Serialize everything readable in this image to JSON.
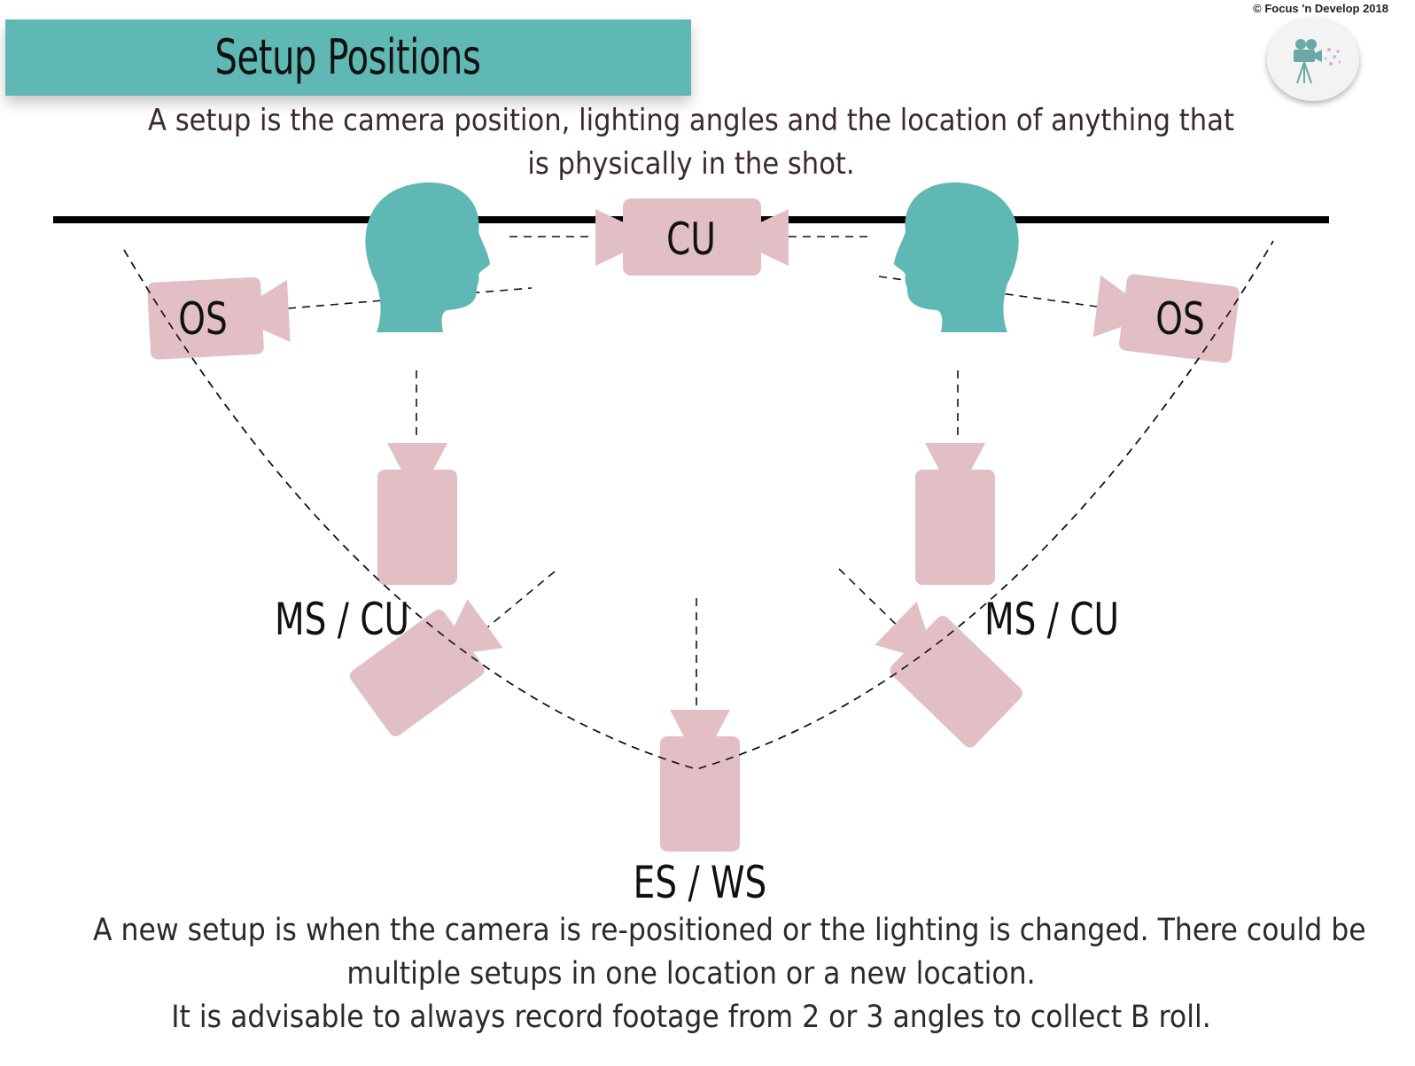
{
  "title": "Setup Positions",
  "copyright": "© Focus 'n Develop 2018",
  "intro": "A setup is the camera position, lighting angles and the location of anything that is physically in the shot.",
  "footer": {
    "line1": "A new setup is when the camera is re-positioned or the lighting is changed. There could be",
    "line2": "multiple setups in one location or a new location.",
    "line3": "It is advisable to always record footage from 2 or 3 angles to collect B roll."
  },
  "labels": {
    "cu": "CU",
    "os_left": "OS",
    "os_right": "OS",
    "ms_cu_left": "MS / CU",
    "ms_cu_right": "MS / CU",
    "es_ws": "ES / WS"
  },
  "colors": {
    "accent": "#5fb8b3",
    "camera": "#e2bfc4",
    "line": "#000000"
  }
}
